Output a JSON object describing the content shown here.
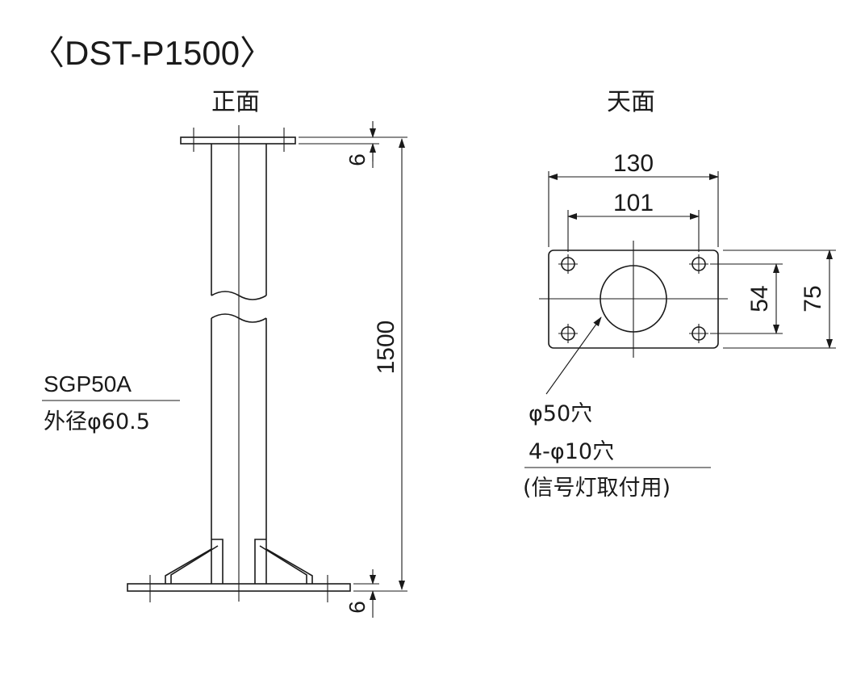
{
  "title": "〈DST-P1500〉",
  "front_view": {
    "label": "正面",
    "dim_top_plate": "6",
    "dim_bottom_plate": "6",
    "dim_height": "1500",
    "pipe_spec": "SGP50A",
    "pipe_od": "外径φ60.5"
  },
  "top_view": {
    "label": "天面",
    "dim_outer_width": "130",
    "dim_hole_pitch_x": "101",
    "dim_hole_pitch_y": "54",
    "dim_outer_height": "75",
    "center_hole": "φ50穴",
    "mount_holes": "4-φ10穴",
    "mount_note": "(信号灯取付用)"
  },
  "colors": {
    "line": "#1a1a1a",
    "background": "#ffffff"
  }
}
